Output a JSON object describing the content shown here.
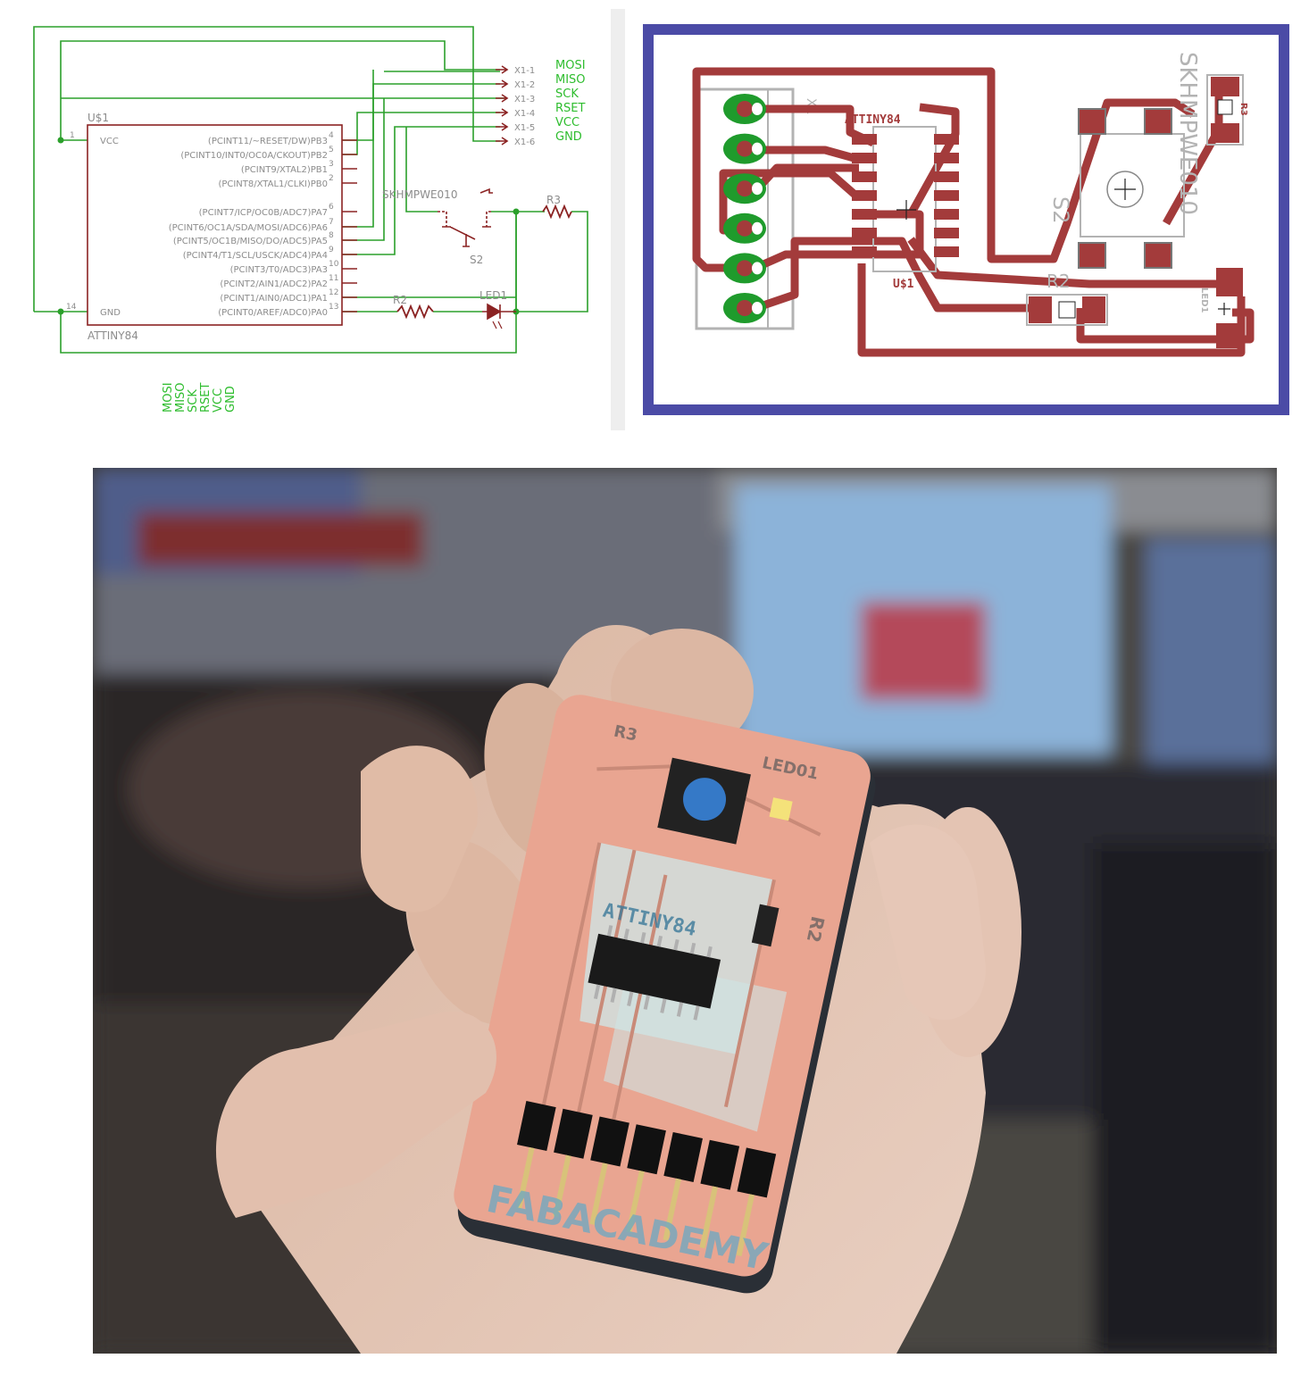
{
  "schematic": {
    "chip_name": "U$1",
    "chip_value": "ATTINY84",
    "vcc_label": "VCC",
    "gnd_label": "GND",
    "vcc_pin": "1",
    "gnd_pin": "14",
    "pins": [
      {
        "num": "4",
        "label": "(PCINT11/~RESET/DW)PB3"
      },
      {
        "num": "5",
        "label": "(PCINT10/INT0/OC0A/CKOUT)PB2"
      },
      {
        "num": "3",
        "label": "(PCINT9/XTAL2)PB1"
      },
      {
        "num": "2",
        "label": "(PCINT8/XTAL1/CLKI)PB0"
      },
      {
        "num": "6",
        "label": "(PCINT7/ICP/OC0B/ADC7)PA7"
      },
      {
        "num": "7",
        "label": "(PCINT6/OC1A/SDA/MOSI/ADC6)PA6"
      },
      {
        "num": "8",
        "label": "(PCINT5/OC1B/MISO/DO/ADC5)PA5"
      },
      {
        "num": "9",
        "label": "(PCINT4/T1/SCL/USCK/ADC4)PA4"
      },
      {
        "num": "10",
        "label": "(PCINT3/T0/ADC3)PA3"
      },
      {
        "num": "11",
        "label": "(PCINT2/AIN1/ADC2)PA2"
      },
      {
        "num": "12",
        "label": "(PCINT1/AIN0/ADC1)PA1"
      },
      {
        "num": "13",
        "label": "(PCINT0/AREF/ADC0)PA0"
      }
    ],
    "connector_pins": [
      "X1-1",
      "X1-2",
      "X1-3",
      "X1-4",
      "X1-5",
      "X1-6"
    ],
    "connector_signals": [
      "MOSI",
      "MISO",
      "SCK",
      "RSET",
      "VCC",
      "GND"
    ],
    "switch_value": "SKHMPWE010",
    "switch_name": "S2",
    "r3": "R3",
    "r2": "R2",
    "led": "LED1",
    "rotated_signals": [
      "MOSI",
      "MISO",
      "SCK",
      "RSET",
      "VCC",
      "GND"
    ]
  },
  "board": {
    "header_name": "X1",
    "chip_value": "ATTINY84",
    "chip_name": "U$1",
    "switch_value": "SKHMPWE010",
    "switch_name": "S2",
    "r2": "R2",
    "r3": "R3",
    "led": "LED1",
    "colors": {
      "outline": "#4b4ba6",
      "trace": "#a33b3b",
      "pad_th": "#1f9b2c",
      "silk": "#b3b3b3"
    }
  },
  "photo": {
    "silk_chip": "ATTINY84",
    "silk_r3": "R3",
    "silk_led": "LED01",
    "silk_r2": "R2",
    "logo": "FABACADEMY"
  },
  "colors": {
    "net": "#2ba02b",
    "part": "#8b2323",
    "label_green": "#2ebd2e",
    "part_text": "#8c8c8c"
  }
}
